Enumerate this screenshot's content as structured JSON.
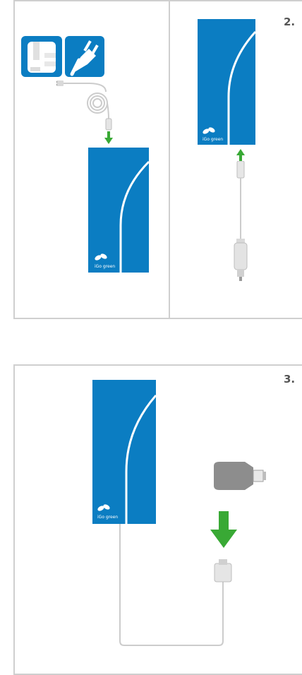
{
  "steps": [
    {
      "number": "2."
    },
    {
      "number": "3."
    }
  ],
  "device": {
    "brand": "iGo green"
  },
  "colors": {
    "device_blue": "#0b7dc2",
    "arrow_green": "#39a935",
    "panel_border": "#cfcfcf",
    "cable_gray": "#cccccc",
    "tip_gray": "#8d8d8d"
  },
  "icons": [
    "uk-plug-icon",
    "eu-plug-icon",
    "leaf-logo-icon",
    "down-arrow-icon",
    "up-arrow-icon"
  ]
}
